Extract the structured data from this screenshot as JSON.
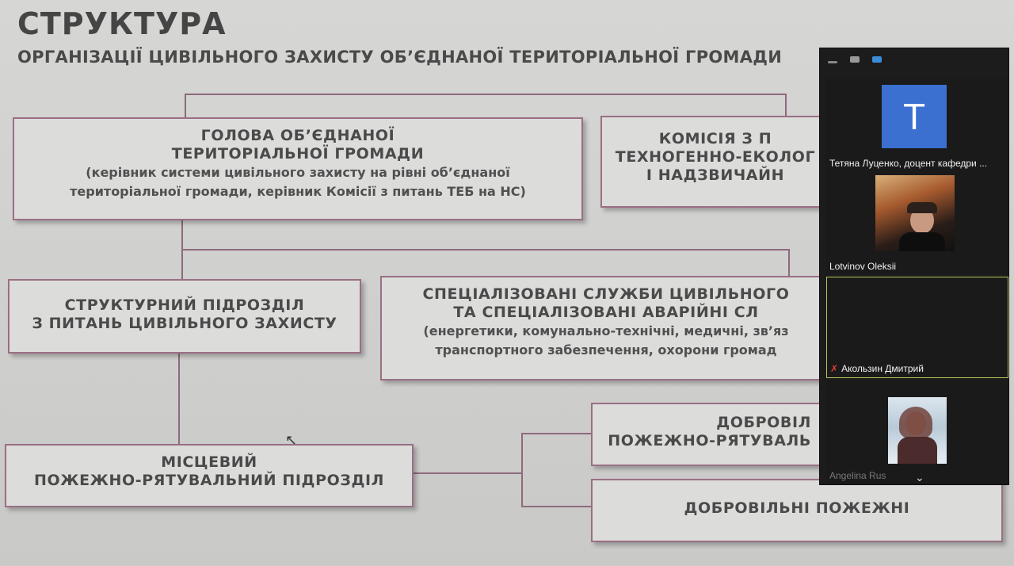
{
  "slide": {
    "title": "СТРУКТУРА",
    "subtitle": "ОРГАНІЗАЦІЇ ЦИВІЛЬНОГО ЗАХИСТУ ОБ’ЄДНАНОЇ ТЕРИТОРІАЛЬНОЇ ГРОМАДИ",
    "head_box": {
      "line1": "ГОЛОВА ОБ’ЄДНАНОЇ",
      "line2": "ТЕРИТОРІАЛЬНОЇ ГРОМАДИ",
      "line3": "(керівник системи цивільного захисту на рівні об’єднаної",
      "line4": "територіальної громади, керівник Комісії з питань ТЕБ на НС)"
    },
    "commission_box": {
      "line1": "КОМІСІЯ З П",
      "line2": "ТЕХНОГЕННО-ЕКОЛОГ",
      "line3": "І НАДЗВИЧАЙН"
    },
    "structural_box": {
      "line1": "СТРУКТУРНИЙ ПІДРОЗДІЛ",
      "line2": "З ПИТАНЬ ЦИВІЛЬНОГО ЗАХИСТУ"
    },
    "services_box": {
      "line1": "СПЕЦІАЛІЗОВАНІ СЛУЖБИ ЦИВІЛЬНОГО",
      "line2": "ТА СПЕЦІАЛІЗОВАНІ АВАРІЙНІ СЛ",
      "line3": "(енергетики, комунально-технічні, медичні, зв’яз",
      "line4": "транспортного забезпечення, охорони громад"
    },
    "local_box": {
      "line1": "МІСЦЕВИЙ",
      "line2": "ПОЖЕЖНО-РЯТУВАЛЬНИЙ ПІДРОЗДІЛ"
    },
    "volunteer_box_1": {
      "line1": "ДОБРОВІЛ",
      "line2": "ПОЖЕЖНО-РЯТУВАЛЬ"
    },
    "volunteer_box_2": {
      "line1": "ДОБРОВІЛЬНІ ПОЖЕЖНІ"
    }
  },
  "zoom_panel": {
    "participants": [
      {
        "name": "Тетяна Луценко, доцент кафедри ...",
        "avatar_letter": "T",
        "avatar_color": "#3b6fd0"
      },
      {
        "name": "Lotvinov Oleksii"
      },
      {
        "name": "Акользин Дмитрий",
        "muted": true
      },
      {
        "name": "Angelina Rus"
      }
    ],
    "scroll_icon": "chevron-down-icon"
  }
}
